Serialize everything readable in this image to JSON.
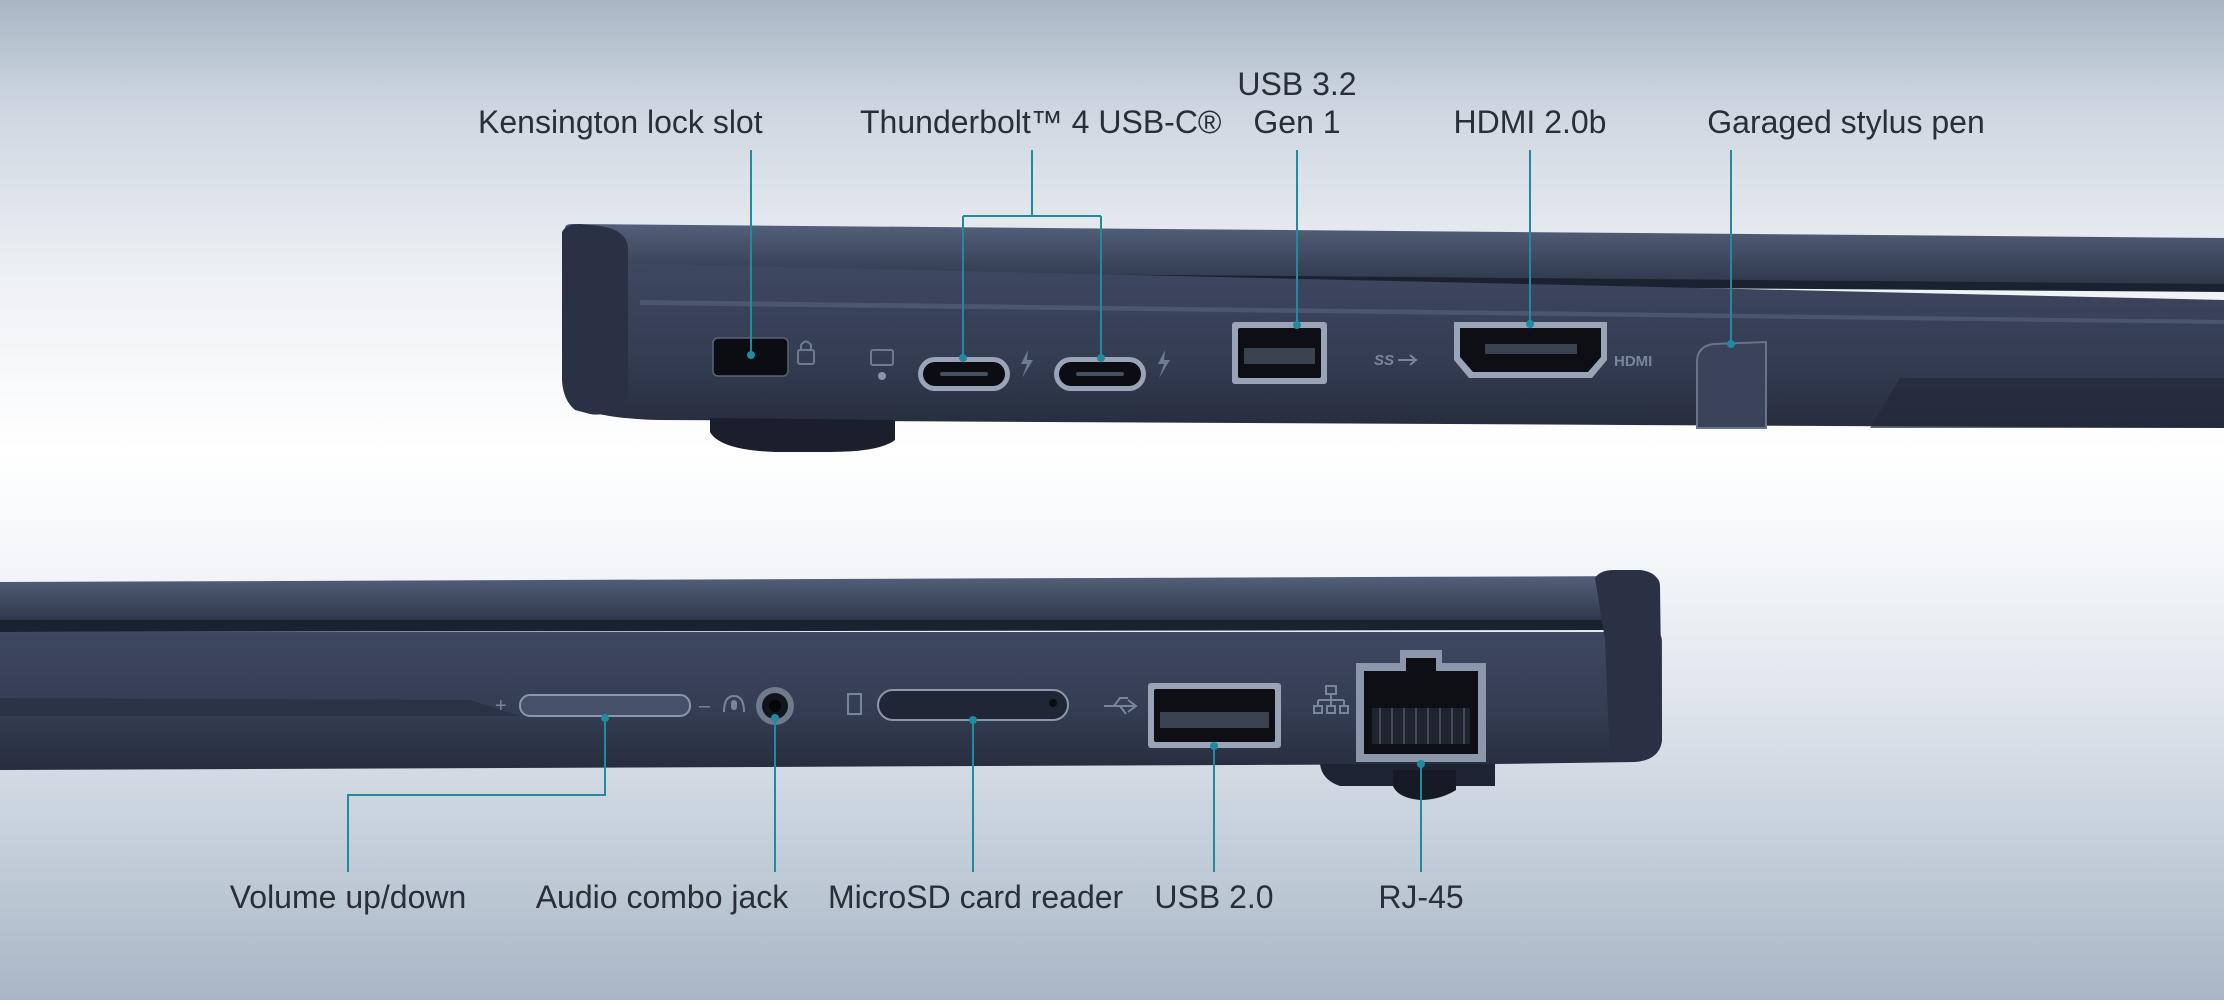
{
  "colors": {
    "leader_line": "#1f8aa0",
    "chassis_dark": "#2c3448",
    "chassis_mid": "#3f4861",
    "label_text": "#2a2e36"
  },
  "top_view": {
    "labels": {
      "kensington": "Kensington lock slot",
      "thunderbolt": "Thunderbolt™ 4 USB-C®",
      "usb32": "USB 3.2 Gen 1",
      "hdmi": "HDMI 2.0b",
      "stylus": "Garaged stylus pen"
    },
    "port_markings": {
      "usb32_mark": "SS",
      "hdmi_mark": "HDMI"
    }
  },
  "bottom_view": {
    "labels": {
      "volume": "Volume up/down",
      "audio": "Audio combo jack",
      "microsd": "MicroSD card reader",
      "usb20": "USB 2.0",
      "rj45": "RJ-45"
    },
    "port_markings": {
      "plus": "+",
      "minus": "–"
    }
  }
}
